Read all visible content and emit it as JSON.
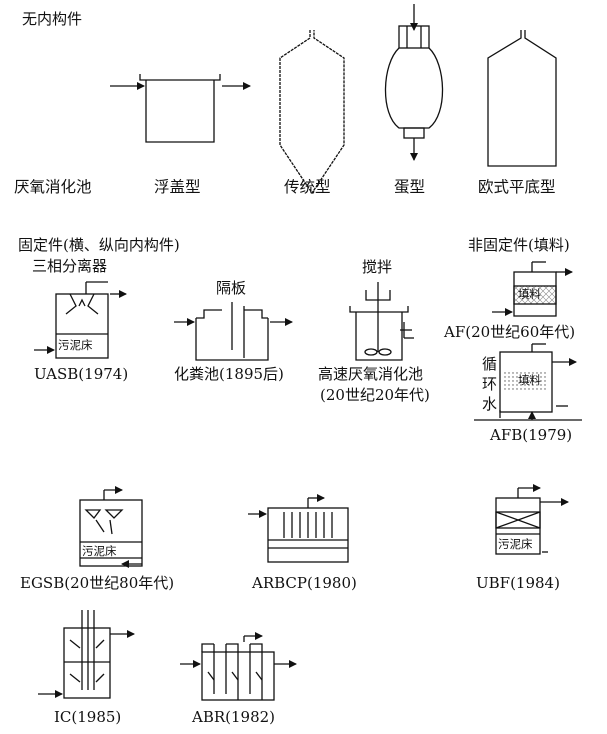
{
  "sections": {
    "no_internals": "无内构件",
    "fixed": "固定件(横、纵向内构件)",
    "non_fixed": "非固定件(填料)"
  },
  "labels": {
    "anaerobic_digester": "厌氧消化池",
    "floating_cover": "浮盖型",
    "traditional": "传统型",
    "egg": "蛋型",
    "european": "欧式平底型",
    "three_phase": "三相分离器",
    "baffle": "隔板",
    "stirring": "搅拌",
    "uasb": "UASB(1974)",
    "septic": "化粪池(1895后)",
    "high_rate_1": "高速厌氧消化池",
    "high_rate_2": "(20世纪20年代)",
    "af": "AF(20世纪60年代)",
    "recirc_1": "循",
    "recirc_2": "环",
    "recirc_3": "水",
    "afb": "AFB(1979)",
    "egsb": "EGSB(20世纪80年代)",
    "arbcp": "ARBCP(1980)",
    "ubf": "UBF(1984)",
    "ic": "IC(1985)",
    "abr": "ABR(1982)"
  },
  "inner_labels": {
    "sludge_bed": "污泥床",
    "packing": "填料"
  }
}
